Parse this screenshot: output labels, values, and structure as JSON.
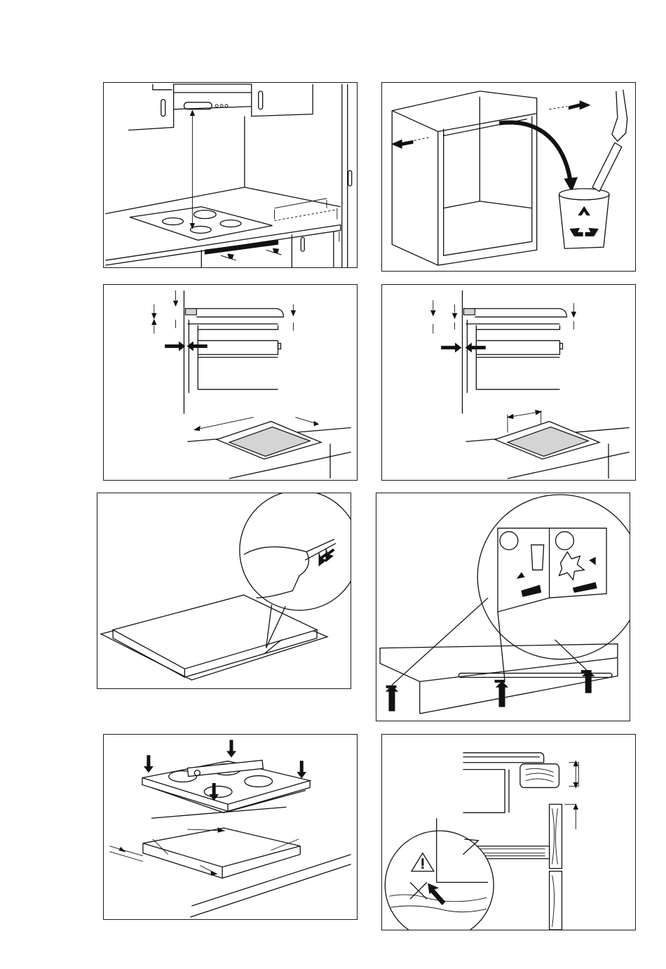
{
  "document": {
    "type": "installation-illustrations",
    "figures": [
      {
        "id": "1",
        "subject": "hob-with-extractor-hood-clearances",
        "text": ""
      },
      {
        "id": "2",
        "subject": "cabinet-crossbar-removal-and-recycling",
        "text": ""
      },
      {
        "id": "3",
        "subject": "cut-out-section-dimensions-a",
        "text": ""
      },
      {
        "id": "4",
        "subject": "cut-out-section-dimensions-b",
        "text": ""
      },
      {
        "id": "5",
        "subject": "applying-seal-strip",
        "text": ""
      },
      {
        "id": "6",
        "subject": "fixing-brackets-detail",
        "text": ""
      },
      {
        "id": "7",
        "subject": "inserting-hob-into-worktop",
        "text": ""
      },
      {
        "id": "8",
        "subject": "worktop-section-and-warning",
        "text": ""
      }
    ]
  },
  "colors": {
    "line": "#111111",
    "fill_gray": "#d4d4d4",
    "background": "#ffffff"
  },
  "icons": [
    "recycle-icon",
    "warning-triangle-icon",
    "hand-icon",
    "arrow-icon"
  ]
}
